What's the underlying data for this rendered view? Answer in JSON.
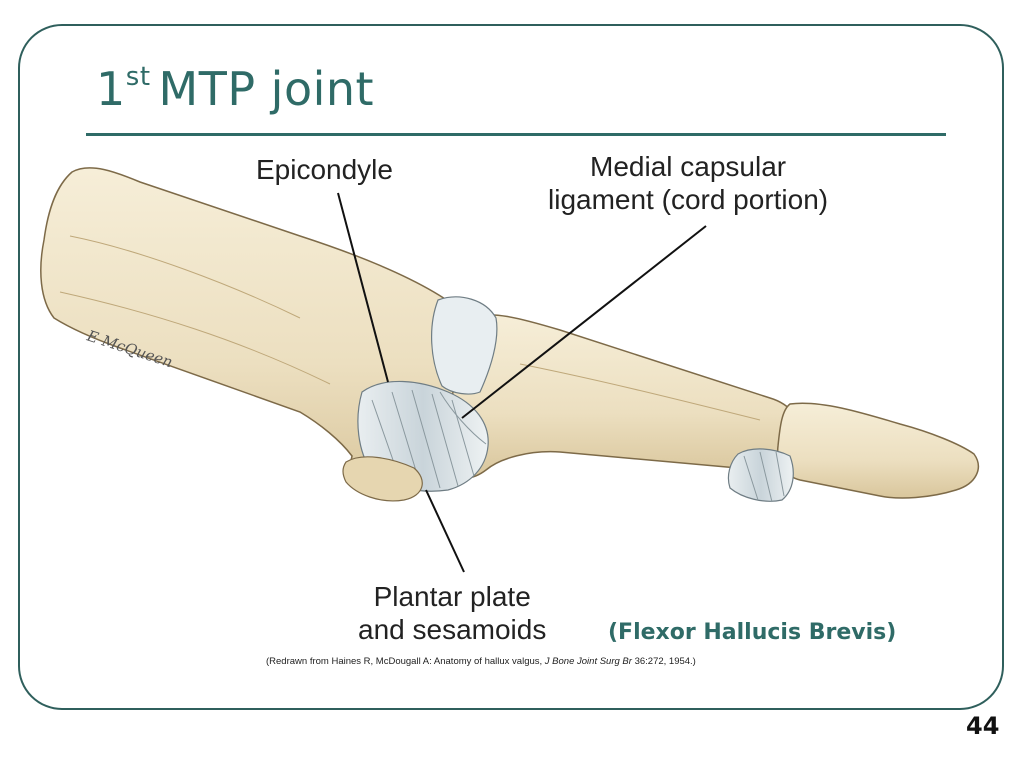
{
  "slide": {
    "title_number": "1",
    "title_superscript": "st",
    "title_rest": "MTP joint",
    "page_number": "44"
  },
  "labels": {
    "epicondyle": "Epicondyle",
    "medial_line1": "Medial capsular",
    "medial_line2": "ligament (cord portion)",
    "plantar_line1": "Plantar plate",
    "plantar_line2": "and sesamoids",
    "flexor": "(Flexor Hallucis Brevis)"
  },
  "citation": {
    "before": "(Redrawn from Haines R, McDougall A: Anatomy of hallux valgus, ",
    "journal": "J Bone Joint Surg Br",
    "after": " 36:272, 1954.)"
  },
  "artist_signature": "E McQueen",
  "colors": {
    "accent": "#2f6b67",
    "bone": "#efe3c6",
    "bone_shadow": "#cdb98e",
    "ligament": "#dfe6ea"
  }
}
